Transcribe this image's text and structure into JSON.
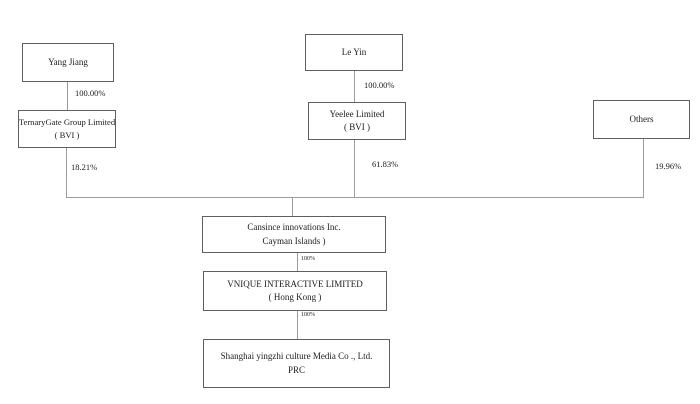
{
  "diagram_type": "corporate-ownership-structure",
  "colors": {
    "background": "#ffffff",
    "box_border": "#5f5f5f",
    "connector_line": "#9b9b9b",
    "text": "#1c1c1c"
  },
  "nodes": {
    "yang_jiang": {
      "line1": "Yang Jiang"
    },
    "ternarygate": {
      "line1": "TernaryGate Group Limited",
      "line2": "( BVI )"
    },
    "le_yin": {
      "line1": "Le Yin"
    },
    "yeelee": {
      "line1": "Yeelee Limited",
      "line2": "( BVI )"
    },
    "others": {
      "line1": "Others"
    },
    "cansince": {
      "line1": "Cansince innovations Inc.",
      "line2": "Cayman Islands )"
    },
    "vnique": {
      "line1": "VNIQUE INTERACTIVE LIMITED",
      "line2": "( Hong Kong )"
    },
    "shanghai": {
      "line1": "Shanghai yingzhi culture Media Co ., Ltd.",
      "line2": "PRC"
    }
  },
  "ownership_labels": {
    "yang_to_ternarygate": "100.00%",
    "ternarygate_to_cansince": "18.21%",
    "leyin_to_yeelee": "100.00%",
    "yeelee_to_cansince": "61.83%",
    "others_to_cansince": "19.96%",
    "cansince_to_vnique": "100%",
    "vnique_to_shanghai": "100%"
  }
}
